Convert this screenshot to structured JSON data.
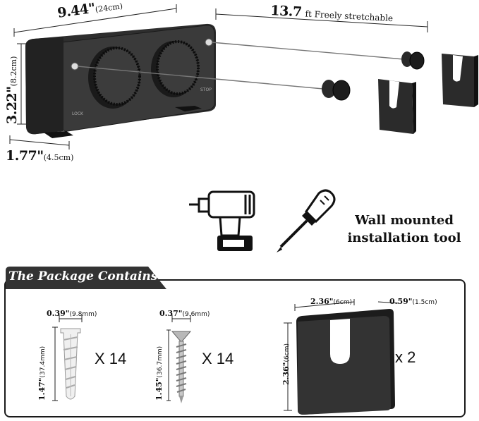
{
  "top": {
    "width_dim": {
      "main": "9.44\"",
      "sub": "(24cm)"
    },
    "height_dim": {
      "main": "3.22\"",
      "sub": "(8.2cm)"
    },
    "depth_dim": {
      "main": "1.77\"",
      "sub": "(4.5cm)"
    },
    "stretch_dim": {
      "main": "13.7",
      "sub": "ft Freely stretchable"
    },
    "knob_labels": [
      "LOCK",
      "STOP"
    ]
  },
  "tools": {
    "caption_line1": "Wall mounted",
    "caption_line2": "installation tool",
    "icons": [
      "drill-icon",
      "screwdriver-icon"
    ]
  },
  "package": {
    "title": "The Package Contains",
    "anchor": {
      "width_main": "0.39\"",
      "width_sub": "(9.8mm)",
      "length_main": "1.47\"",
      "length_sub": "(37.4mm)",
      "qty": "X 14"
    },
    "screw": {
      "width_main": "0.37\"",
      "width_sub": "(9.6mm)",
      "length_main": "1.45\"",
      "length_sub": "(36.7mm)",
      "qty": "X 14"
    },
    "bracket": {
      "width_main": "2.36\"",
      "width_sub": "(6cm)",
      "depth_main": "0.59\"",
      "depth_sub": "(1.5cm)",
      "height_main": "2.36\"",
      "height_sub": "(6cm)",
      "qty": "x 2"
    }
  }
}
